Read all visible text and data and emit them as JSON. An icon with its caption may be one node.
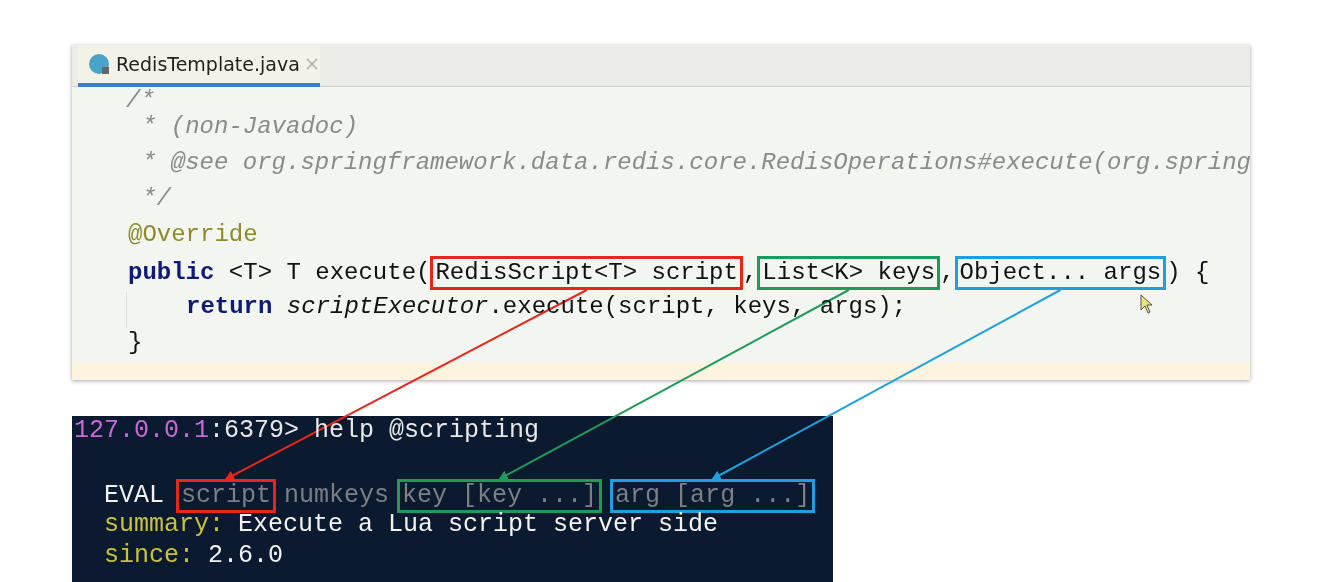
{
  "diagram": {
    "nodes": [
      {
        "text": [
          "RedisScript<T> script"
        ]
      },
      {
        "text": [
          "List<K> keys"
        ]
      },
      {
        "text": [
          "Object... args"
        ]
      },
      {
        "text": [
          "script"
        ]
      },
      {
        "text": [
          "key [key ...]"
        ]
      },
      {
        "text": [
          "arg [arg ...]"
        ]
      }
    ],
    "edges": [
      {
        "from": 0,
        "to": 3,
        "arrow": "to",
        "color": "#e8261c"
      },
      {
        "from": 1,
        "to": 4,
        "arrow": "to",
        "color": "#1e9a5a"
      },
      {
        "from": 2,
        "to": 5,
        "arrow": "to",
        "color": "#1ea0e0"
      }
    ],
    "labels": [
      "RedisTemplate.java",
      "/*",
      "* (non-Javadoc)",
      "* @see org.springframework.data.redis.core.RedisOperations#execute(org.spring",
      "*/",
      "@Override",
      "**public** <T> T execute(",
      ",",
      ",",
      ") {",
      "**return** *scriptExecutor*.execute(script, keys, args);",
      "}",
      "127.0.0.1",
      ":6379> help @scripting",
      "EVAL",
      "numkeys",
      "summary:",
      "Execute a Lua script server side",
      "since:",
      "2.6.0"
    ]
  }
}
